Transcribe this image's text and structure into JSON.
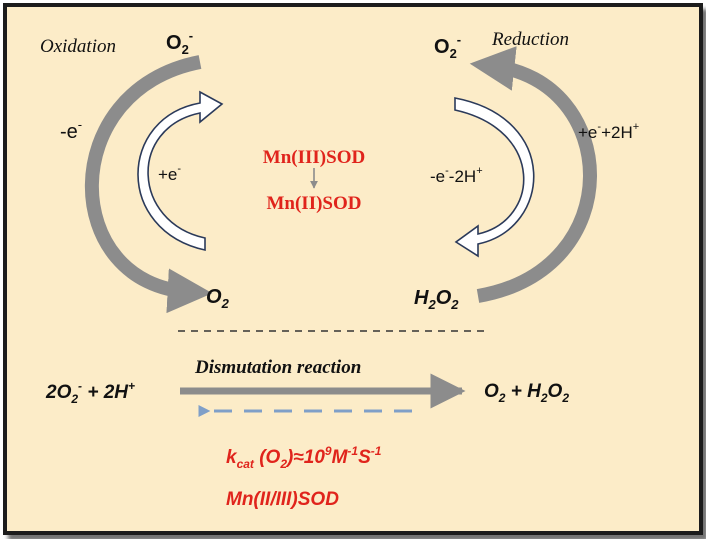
{
  "colors": {
    "background": "#fcecc8",
    "border": "#1c1c1c",
    "arrow_gray": "#8c8c8c",
    "highlight_red": "#e0241c",
    "reverse_arrow_blue": "#7f9fc8",
    "text_black": "#111111"
  },
  "labels": {
    "oxidation": "Oxidation",
    "reduction": "Reduction",
    "o2_minus_left": "O",
    "o2_minus_left_sub": "2",
    "o2_minus_left_sup": "-",
    "o2_minus_right": "O",
    "o2_minus_right_sub": "2",
    "o2_minus_right_sup": "-",
    "minus_e": "-e",
    "minus_e_sup": "-",
    "plus_e": "+e",
    "plus_e_sup": "-",
    "right_outer": "+e",
    "right_outer_sup1": "-",
    "right_outer_mid": "+2H",
    "right_outer_sup2": "+",
    "right_inner": "-e",
    "right_inner_sup1": "-",
    "right_inner_mid": "-2H",
    "right_inner_sup2": "+",
    "o2_product": "O",
    "o2_product_sub": "2",
    "h2o2_h": "H",
    "h2o2_sub1": "2",
    "h2o2_o": "O",
    "h2o2_sub2": "2"
  },
  "center": {
    "top": "Mn(III)SOD",
    "bottom": "Mn(II)SOD"
  },
  "equation": {
    "title": "Dismutation reaction",
    "lhs_a": "2O",
    "lhs_sub": "2",
    "lhs_sup": "-",
    "lhs_b": " + 2H",
    "lhs_sup2": "+",
    "rhs_a": "O",
    "rhs_sub1": "2",
    "rhs_b": " + H",
    "rhs_sub2": "2",
    "rhs_c": "O",
    "rhs_sub3": "2"
  },
  "kinetics": {
    "k": "k",
    "k_sub": "cat",
    "mid": " (O",
    "mid_sub": "2",
    "rel": ")≈10",
    "exp": "9",
    "unit_m": "M",
    "m_exp": "-1",
    "unit_s": "S",
    "s_exp": "-1",
    "enzyme": "Mn(II/III)SOD"
  }
}
